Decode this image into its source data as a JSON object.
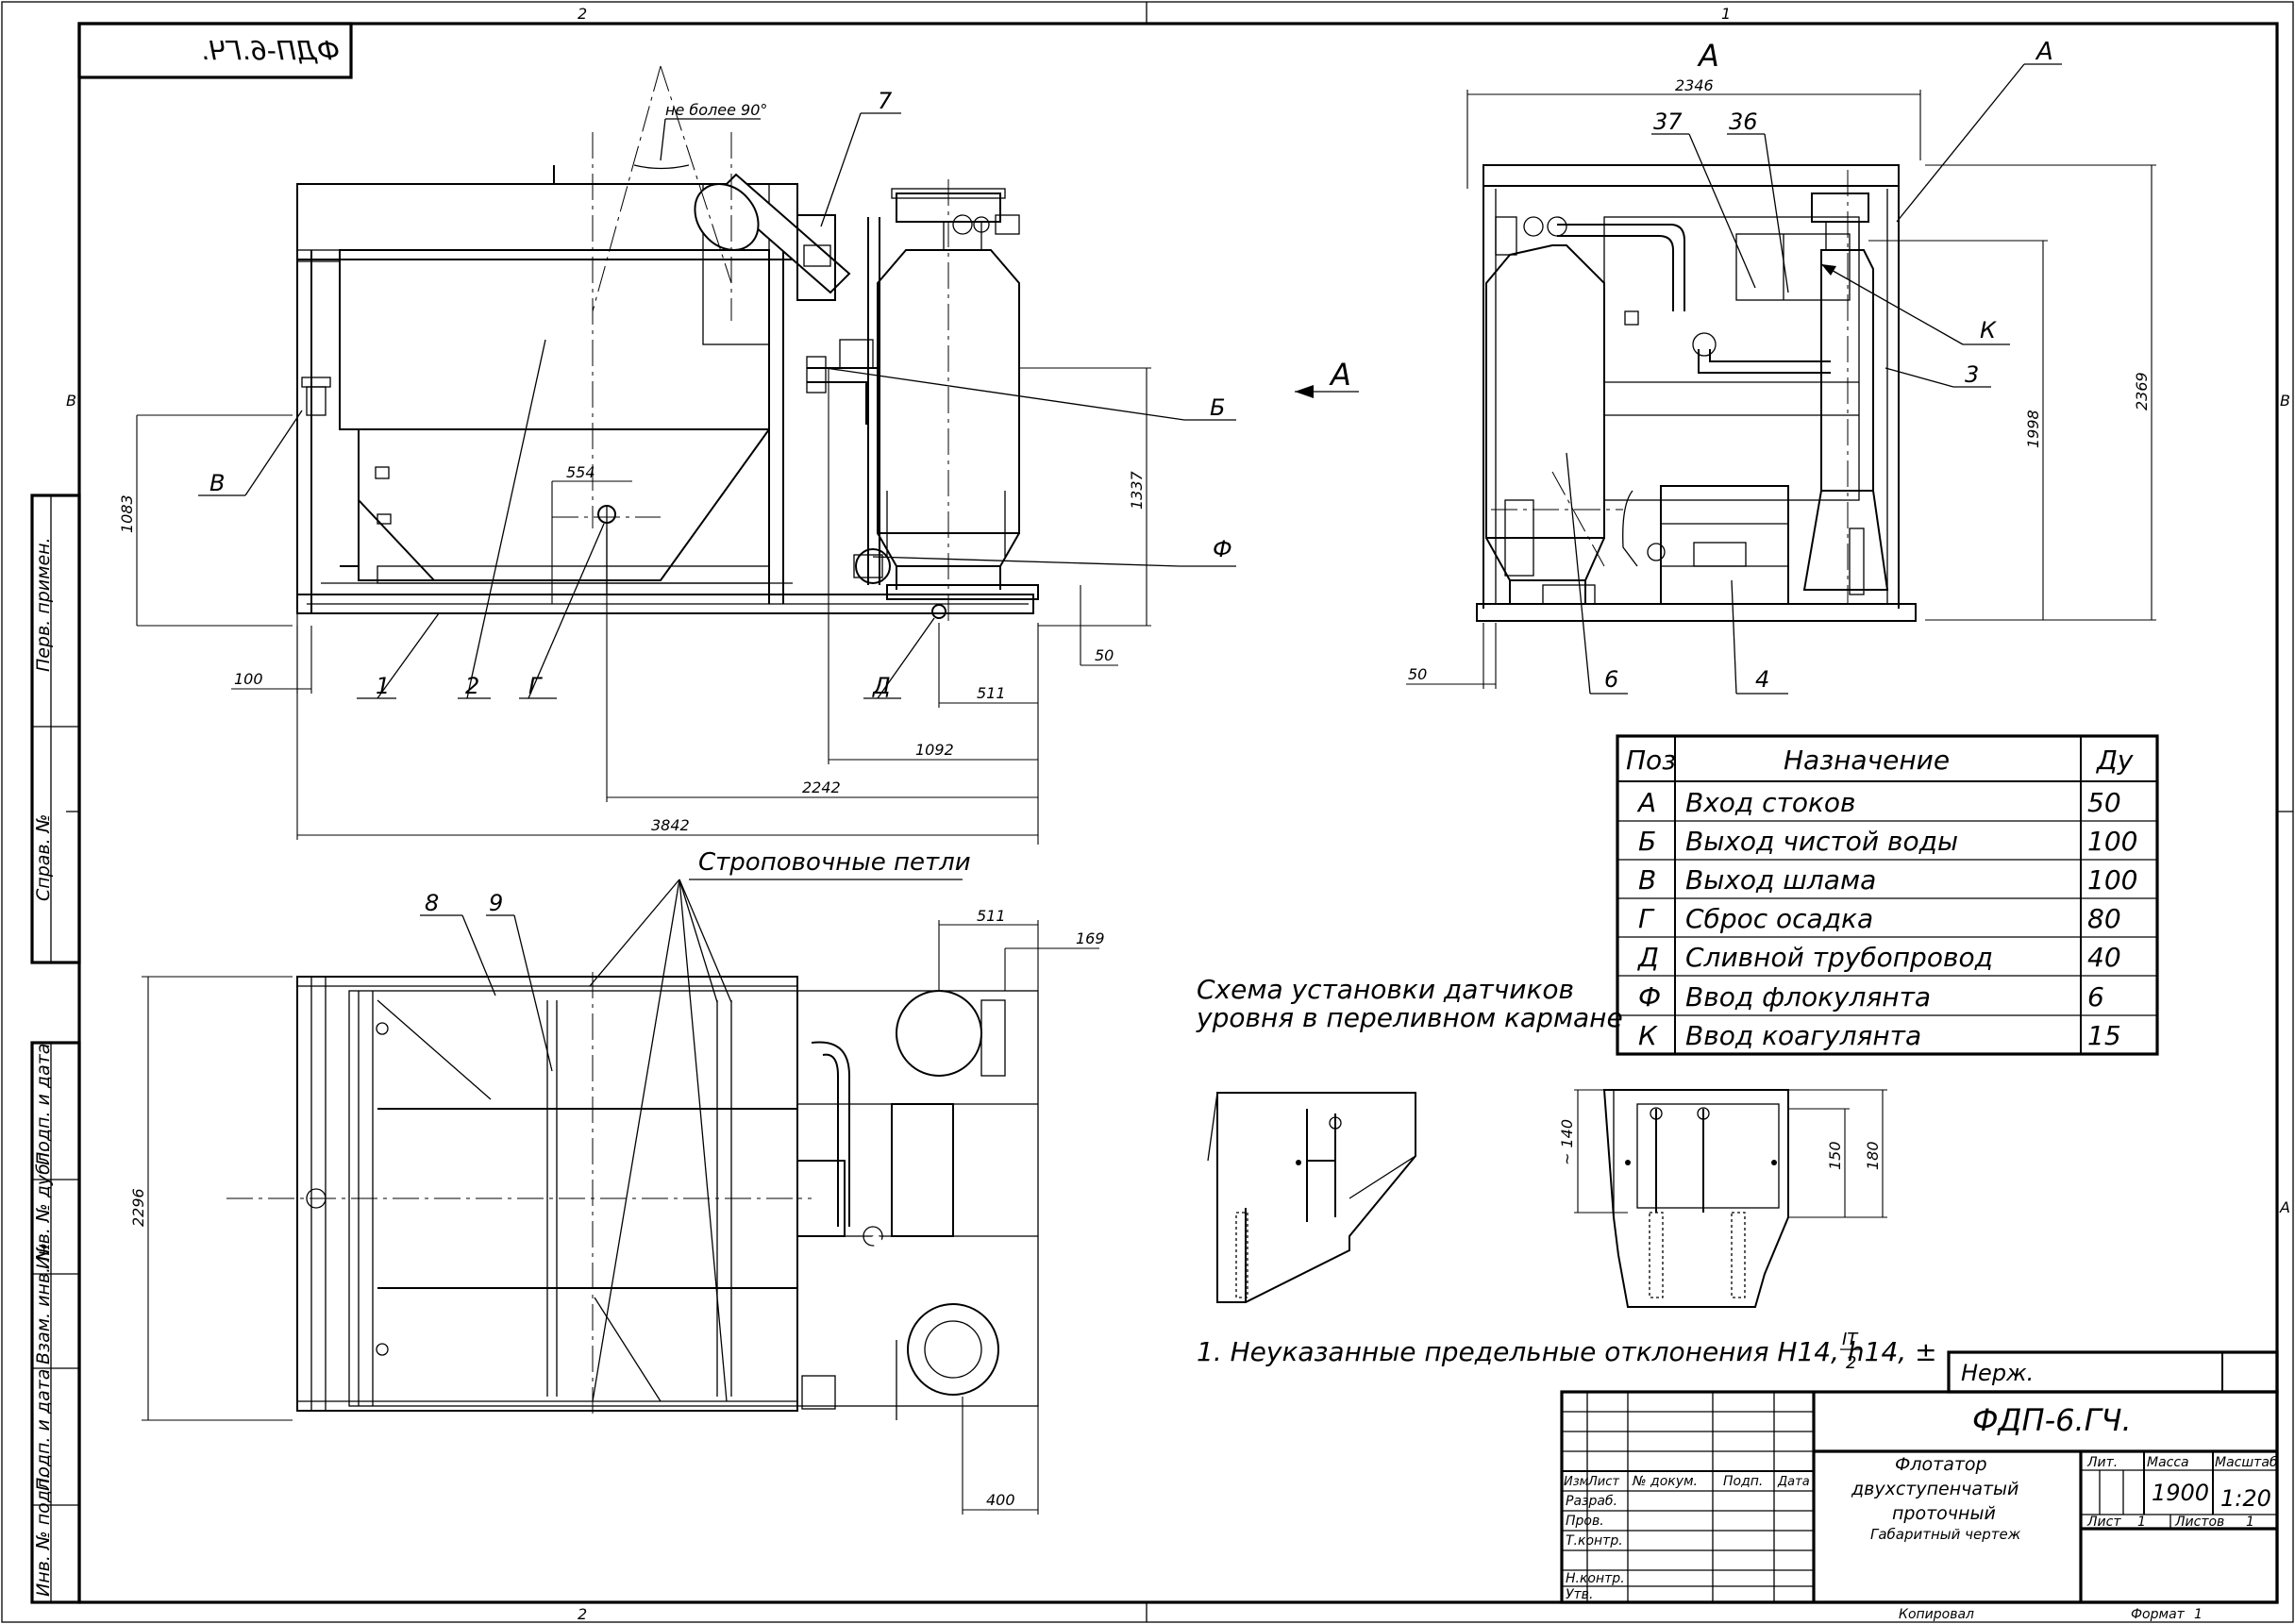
{
  "drawing": {
    "code_mirrored": "ФДП-6.ГЧ.",
    "zone_top_left": "2",
    "zone_top_right": "1",
    "zone_bottom_left": "2",
    "zone_left": "В",
    "zone_right_upper": "В",
    "zone_right_lower": "А",
    "view_arrow_label": "А",
    "view_label": "А"
  },
  "front_view": {
    "angle_note": "не более 90°",
    "callouts": [
      "1",
      "2",
      "Г",
      "Д",
      "В",
      "Б",
      "Ф",
      "7"
    ],
    "dims": {
      "d554": "554",
      "d1083": "1083",
      "d1337": "1337",
      "d100": "100",
      "d50": "50",
      "d511": "511",
      "d1092": "1092",
      "d2242": "2242",
      "d3842": "3842"
    }
  },
  "side_view": {
    "callouts": {
      "c37": "37",
      "c36": "36",
      "cA": "А",
      "cK": "К",
      "c3": "3",
      "c6": "6",
      "c4": "4"
    },
    "dims": {
      "d2346": "2346",
      "d1998": "1998",
      "d2369": "2369",
      "d50": "50"
    }
  },
  "plan_view": {
    "lifting_loops": "Строповочные петли",
    "callouts": {
      "c8": "8",
      "c9": "9"
    },
    "dims": {
      "d511": "511",
      "d169": "169",
      "d2296": "2296",
      "d400": "400"
    }
  },
  "sensor_scheme": {
    "title_line1": "Схема установки датчиков",
    "title_line2": "уровня в переливном кармане",
    "dims": {
      "d140": "~ 140",
      "d150": "150",
      "d180": "180"
    }
  },
  "tolerance_note": "1. Неуказанные предельные отклонения H14, h14, ±",
  "tolerance_num": "IT",
  "tolerance_den": "2",
  "table": {
    "headers": [
      "Поз",
      "Назначение",
      "Ду"
    ],
    "rows": [
      [
        "А",
        "Вход стоков",
        "50"
      ],
      [
        "Б",
        "Выход чистой воды",
        "100"
      ],
      [
        "В",
        "Выход шлама",
        "100"
      ],
      [
        "Г",
        "Сброс осадка",
        "80"
      ],
      [
        "Д",
        "Сливной трубопровод",
        "40"
      ],
      [
        "Ф",
        "Ввод флокулянта",
        "6"
      ],
      [
        "К",
        "Ввод коагулянта",
        "15"
      ]
    ]
  },
  "title_block": {
    "nerzh": "Нерж.",
    "designation": "ФДП-6.ГЧ.",
    "name_line1": "Флотатор",
    "name_line2": "двухступенчатый",
    "name_line3": "проточный",
    "doc_type": "Габаритный чертеж",
    "col_izm": "Изм",
    "col_list": "Лист",
    "col_ndoc": "№ докум.",
    "col_podp": "Подп.",
    "col_data": "Дата",
    "razrab": "Разраб.",
    "prov": "Пров.",
    "tkontr": "Т.контр.",
    "nkontr": "Н.контр.",
    "utv": "Утв.",
    "lit": "Лит.",
    "massa": "Масса",
    "masshtab": "Масштаб",
    "mass_value": "1900",
    "scale_value": "1:20",
    "sheet_label": "Лист",
    "sheet_value": "1",
    "sheets_label": "Листов",
    "sheets_value": "1",
    "copied": "Копировал",
    "format_label": "Формат",
    "format_value": "1"
  },
  "side_stamps": [
    "Перв. примен.",
    "Справ. №",
    "Подп. и дата",
    "Инв. № дубл.",
    "Взам. инв. №",
    "Подп. и дата",
    "Инв. № подл."
  ]
}
